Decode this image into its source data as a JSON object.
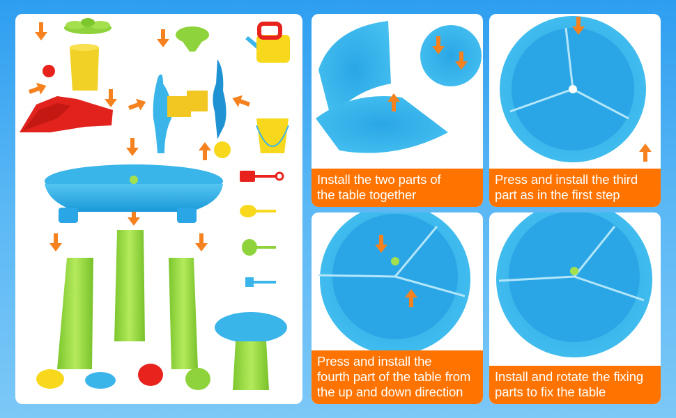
{
  "colors": {
    "background": "#3aa6f2",
    "panel": "#ffffff",
    "caption_bg": "#ff7300",
    "caption_text": "#ffffff",
    "arrow": "#f5821f",
    "table_blue": "#2bb0e8",
    "leg_green": "#8fd33c",
    "toy_red": "#e8231e",
    "toy_yellow": "#f7d81c"
  },
  "parts_panel": {
    "parts": [
      {
        "name": "palm-leaves",
        "color": "#8fd33c"
      },
      {
        "name": "yellow-tower",
        "color": "#f2d126"
      },
      {
        "name": "red-water-wheel",
        "color": "#e8231e"
      },
      {
        "name": "red-slide",
        "color": "#e1221d"
      },
      {
        "name": "green-funnel",
        "color": "#8fd33c"
      },
      {
        "name": "blue-seahorse-wheel-assembly",
        "color": "#3ab5ea"
      },
      {
        "name": "watering-can",
        "color": "#f7d81c"
      },
      {
        "name": "yellow-ball",
        "color": "#f7d81c"
      },
      {
        "name": "sand-bucket",
        "color": "#f7d81c"
      },
      {
        "name": "round-table-top",
        "color": "#2bb0e8"
      },
      {
        "name": "shovel-red",
        "color": "#e8231e"
      },
      {
        "name": "spoon-yellow",
        "color": "#f7d81c"
      },
      {
        "name": "sieve-green",
        "color": "#8fd33c"
      },
      {
        "name": "rake-blue",
        "color": "#3ab5ea"
      },
      {
        "name": "table-leg-left",
        "color": "#8fd33c"
      },
      {
        "name": "table-leg-center",
        "color": "#8fd33c"
      },
      {
        "name": "table-leg-right",
        "color": "#8fd33c"
      },
      {
        "name": "stool",
        "color": "#8fd33c"
      },
      {
        "name": "crab-mold",
        "color": "#f7d81c"
      },
      {
        "name": "fish-mold",
        "color": "#3ab5ea"
      },
      {
        "name": "octopus-mold",
        "color": "#e8231e"
      },
      {
        "name": "turtle-mold",
        "color": "#8fd33c"
      }
    ]
  },
  "steps": [
    {
      "lines": [
        "Install the two parts of",
        "the table together"
      ]
    },
    {
      "lines": [
        "Press and install the third",
        "part as in the first step"
      ]
    },
    {
      "lines": [
        "Press and install the",
        "fourth part of the table from",
        "the up and down direction"
      ]
    },
    {
      "lines": [
        "Install and rotate the fixing",
        "parts to fix the table"
      ]
    }
  ]
}
